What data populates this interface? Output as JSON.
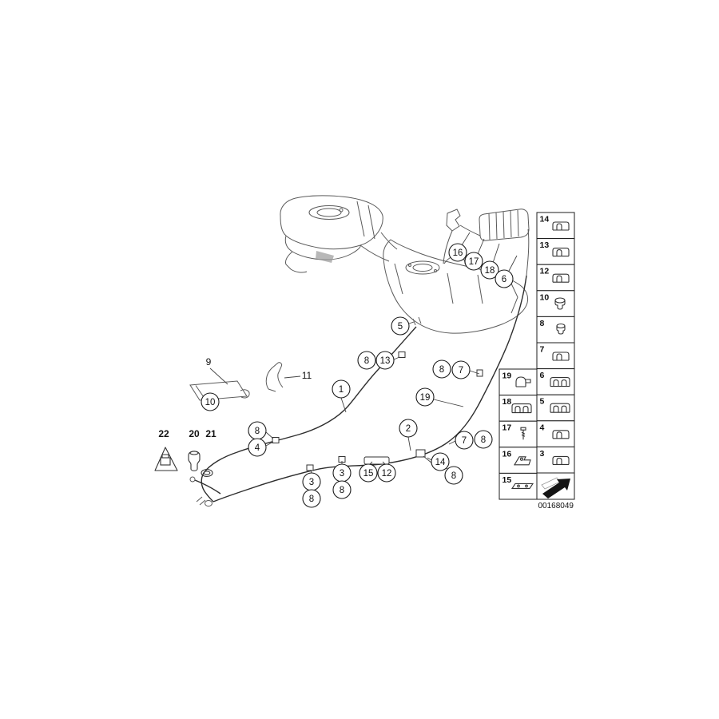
{
  "diagram": {
    "id_code": "00168049",
    "ink_color": "#2e2e2e",
    "background_color": "#ffffff"
  },
  "callouts": [
    {
      "label": "16"
    },
    {
      "label": "17"
    },
    {
      "label": "18"
    },
    {
      "label": "6"
    },
    {
      "label": "5"
    },
    {
      "label": "8"
    },
    {
      "label": "13"
    },
    {
      "label": "8"
    },
    {
      "label": "7"
    },
    {
      "label": "1"
    },
    {
      "label": "19"
    },
    {
      "label": "10"
    },
    {
      "label": "8"
    },
    {
      "label": "4"
    },
    {
      "label": "2"
    },
    {
      "label": "7"
    },
    {
      "label": "8"
    },
    {
      "label": "14"
    },
    {
      "label": "8"
    },
    {
      "label": "3"
    },
    {
      "label": "8"
    },
    {
      "label": "15"
    },
    {
      "label": "12"
    },
    {
      "label": "3"
    },
    {
      "label": "8"
    }
  ],
  "text_labels": [
    {
      "label": "9"
    },
    {
      "label": "11"
    },
    {
      "label": "22"
    },
    {
      "label": "20"
    },
    {
      "label": "21"
    }
  ],
  "legend": {
    "right_column": [
      {
        "number": "14",
        "icon": "tube-clip-icon"
      },
      {
        "number": "13",
        "icon": "tube-clip-icon"
      },
      {
        "number": "12",
        "icon": "tube-clip-icon"
      },
      {
        "number": "10",
        "icon": "grommet-icon"
      },
      {
        "number": "8",
        "icon": "plug-icon"
      },
      {
        "number": "7",
        "icon": "tube-clip-icon"
      },
      {
        "number": "6",
        "icon": "double-clip-icon"
      },
      {
        "number": "5",
        "icon": "double-clip-icon"
      },
      {
        "number": "4",
        "icon": "tube-clip-icon"
      },
      {
        "number": "3",
        "icon": "tube-clip-icon"
      }
    ],
    "left_column": [
      {
        "number": "19",
        "icon": "pipe-clamp-icon"
      },
      {
        "number": "18",
        "icon": "double-clip-icon"
      },
      {
        "number": "17",
        "icon": "screw-icon"
      },
      {
        "number": "16",
        "icon": "bracket-icon"
      },
      {
        "number": "15",
        "icon": "rail-bracket-icon"
      }
    ]
  }
}
